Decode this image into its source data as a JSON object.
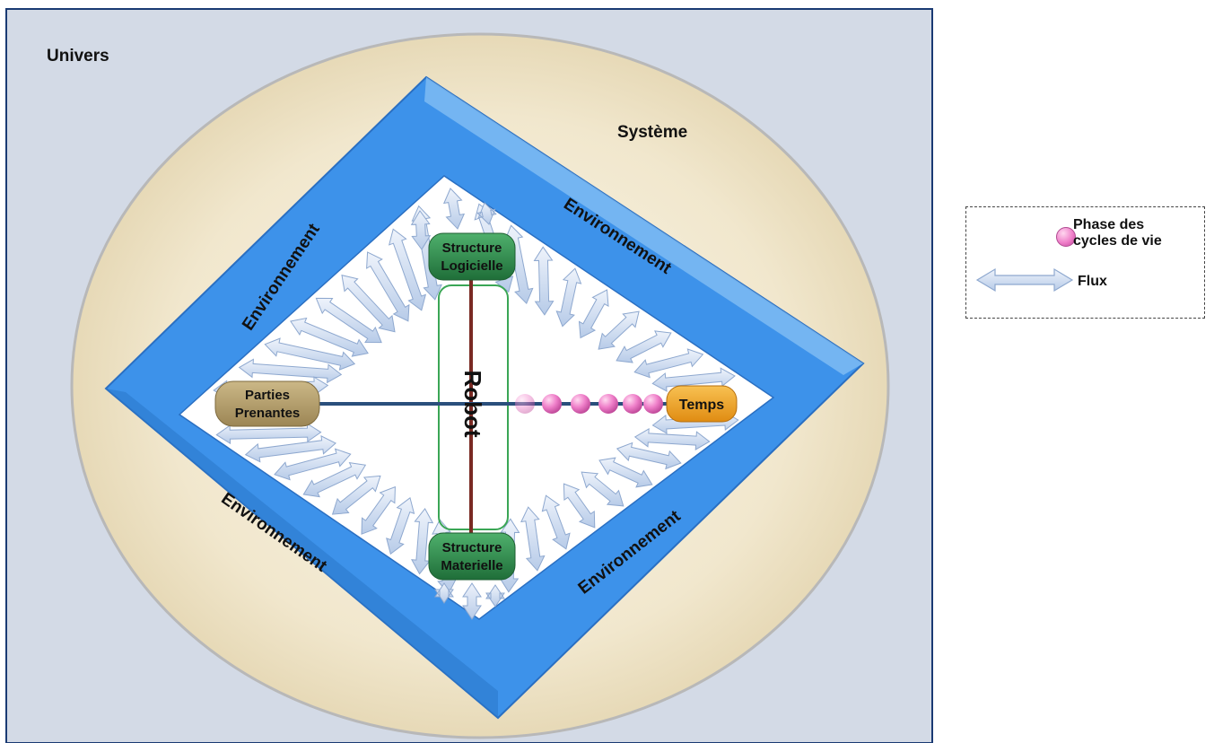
{
  "labels": {
    "univers": "Univers",
    "systeme": "Système",
    "environnement": "Environnement",
    "robot": "Robot",
    "structure_logicielle": [
      "Structure",
      "Logicielle"
    ],
    "structure_materielle": [
      "Structure",
      "Materielle"
    ],
    "parties_prenantes": [
      "Parties",
      "Prenantes"
    ],
    "temps": "Temps"
  },
  "legend": {
    "phase_line1": "Phase des",
    "phase_line2": "cycles de vie",
    "flux": "Flux"
  },
  "colors": {
    "univers_bg": "#d3dae6",
    "systeme_ellipse": "#efe4c8",
    "frame_blue": "#3d92ea",
    "structure_green": "#2e8b4c",
    "parties_khaki": "#b5a06e",
    "temps_orange": "#f0a324",
    "phase_pink": "#ef7fc9",
    "flux_arrow": "#c9d8ee"
  }
}
